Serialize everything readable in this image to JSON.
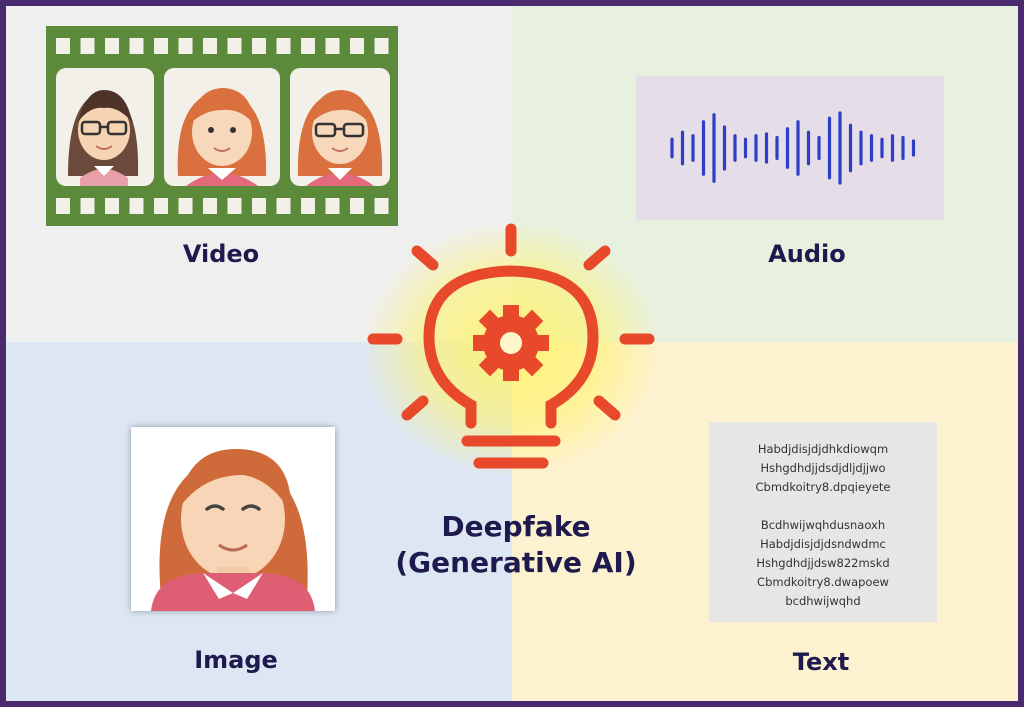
{
  "labels": {
    "video": "Video",
    "audio": "Audio",
    "image": "Image",
    "text": "Text",
    "center_line1": "Deepfake",
    "center_line2": "(Generative AI)"
  },
  "text_sample": {
    "lines": [
      "Habdjdisjdjdhkdiowqm",
      "Hshgdhdjjdsdjdljdjjwo",
      "Cbmdkoitry8.dpqieyete",
      "",
      "Bcdhwijwqhdusnaoxh",
      "Habdjdisjdjdsndwdmc",
      "Hshgdhdjjdsw822mskd",
      "Cbmdkoitry8.dwapoew",
      "bcdhwijwqhd"
    ]
  },
  "audio_wave": {
    "bar_levels": [
      0.25,
      0.45,
      0.35,
      0.75,
      0.95,
      0.6,
      0.35,
      0.25,
      0.35,
      0.4,
      0.3,
      0.55,
      0.75,
      0.45,
      0.3,
      0.85,
      1.0,
      0.65,
      0.45,
      0.35,
      0.25,
      0.35,
      0.3,
      0.2
    ]
  },
  "colors": {
    "frame_border": "#4a2a6e",
    "film_green": "#5b8a3a",
    "bulb_orange": "#e8492b",
    "glow_yellow": "#fff36b",
    "wave_blue": "#2f3ec7",
    "label_navy": "#1f1a4d"
  },
  "icons": {
    "film": "filmstrip-icon",
    "wave": "sound-wave-icon",
    "bulb": "lightbulb-gear-icon",
    "portrait": "woman-portrait-icon"
  }
}
